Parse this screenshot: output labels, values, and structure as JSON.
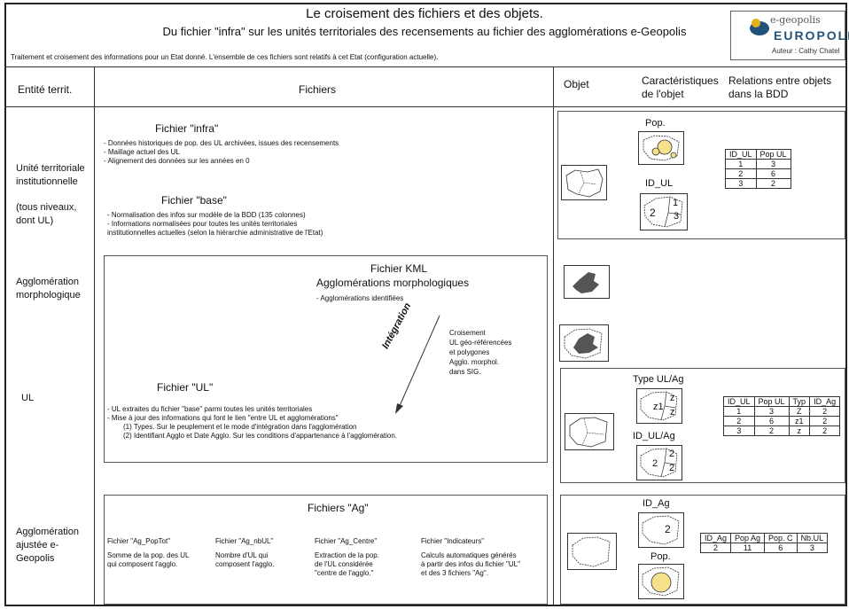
{
  "header": {
    "title": "Le croisement des fichiers et des objets.",
    "subtitle": "Du fichier \"infra\" sur les unités territoriales des recensements au fichier des agglomérations e-Geopolis",
    "description": "Traitement et croisement des informations pour un Etat donné. L'ensemble de ces fichiers sont relatifs à cet Etat (configuration actuelle).",
    "logo": {
      "small": "e-geopolis",
      "brand": "EUROPOLIS",
      "author": "Auteur : Cathy Chatel"
    }
  },
  "columns": {
    "entity": "Entité territ.",
    "files": "Fichiers",
    "object": "Objet",
    "characteristics": "Caractéristiques de l'objet",
    "relations": "Relations entre objets dans la BDD"
  },
  "entities": {
    "ut": "Unité territoriale institutionnelle",
    "ut_note": "(tous niveaux, dont UL)",
    "morph": "Agglomération morphologique",
    "ul": "UL",
    "ajust": "Agglomération ajustée e-Geopolis"
  },
  "infra": {
    "title": "Fichier \"infra\"",
    "lines": [
      "- Données historiques de pop. des UL archivées, issues des recensements",
      "- Maillage actuel des UL",
      "- Alignement des données sur les années en 0"
    ]
  },
  "base": {
    "title": "Fichier \"base\"",
    "lines": [
      "- Normalisation des infos sur modèle de la BDD (135 colonnes)",
      "- Informations normalisées pour toutes les unités territoriales",
      "institutionnelles actuelles (selon la hiérarchie administrative de l'Etat)"
    ]
  },
  "kml": {
    "title": "Fichier KML",
    "subtitle": "Agglomérations morphologiques",
    "line": "- Agglomérations identifiées"
  },
  "integration": {
    "label": "Intégration",
    "note": [
      "Croisement",
      "UL géo-référencées",
      "et polygones",
      "Agglo. morphol.",
      "dans SIG."
    ]
  },
  "ulfile": {
    "title": "Fichier \"UL\"",
    "lines": [
      "- UL extraites du fichier \"base\" parmi toutes les unités territoriales",
      "- Mise à jour des informations qui font le lien \"entre UL et agglomérations\"",
      "(1) Types. Sur le peuplement et le mode d'intégration dans l'agglomération",
      "(2) Identifiant Agglo et Date Agglo. Sur les conditions d'appartenance à l'agglomération."
    ]
  },
  "ag": {
    "title": "Fichiers \"Ag\"",
    "files": [
      {
        "name": "Fichier \"Ag_PopTot\"",
        "desc": [
          "Somme de la pop. des UL",
          "qui composent l'agglo."
        ]
      },
      {
        "name": "Fichier \"Ag_nbUL\"",
        "desc": [
          "Nombre d'UL qui",
          "composent l'agglo."
        ]
      },
      {
        "name": "Fichier \"Ag_Centre\"",
        "desc": [
          "Extraction de la pop.",
          "de l'UL considérée",
          "\"centre de l'agglo.\""
        ]
      },
      {
        "name": "Fichier \"Indicateurs\"",
        "desc": [
          "Calculs automatiques générés",
          "à partir des infos du fichier \"UL\"",
          "et des 3 fichiers \"Ag\"."
        ]
      }
    ]
  },
  "objects": {
    "ut_pop": "Pop.",
    "ut_id": "ID_UL",
    "ul_type": "Type UL/Ag",
    "ul_id": "ID_UL/Ag",
    "ag_id": "ID_Ag",
    "ag_pop": "Pop.",
    "map_nums": {
      "one": "1",
      "two": "2",
      "three": "3",
      "z": "z",
      "z1": "z1"
    }
  },
  "tables": {
    "t1": {
      "head": [
        "ID_UL",
        "Pop UL"
      ],
      "rows": [
        [
          "1",
          "3"
        ],
        [
          "2",
          "6"
        ],
        [
          "3",
          "2"
        ]
      ]
    },
    "t2": {
      "head": [
        "ID_UL",
        "Pop UL",
        "Typ",
        "ID_Ag"
      ],
      "rows": [
        [
          "1",
          "3",
          "Z",
          "2"
        ],
        [
          "2",
          "6",
          "z1",
          "2"
        ],
        [
          "3",
          "2",
          "z",
          "2"
        ]
      ]
    },
    "t3": {
      "head": [
        "ID_Ag",
        "Pop Ag",
        "Pop. C",
        "Nb.UL"
      ],
      "rows": [
        [
          "2",
          "11",
          "6",
          "3"
        ]
      ]
    }
  },
  "colors": {
    "pop_fill": "#f6e08a",
    "morph_fill": "#555555",
    "logo_blue": "#22527a"
  }
}
